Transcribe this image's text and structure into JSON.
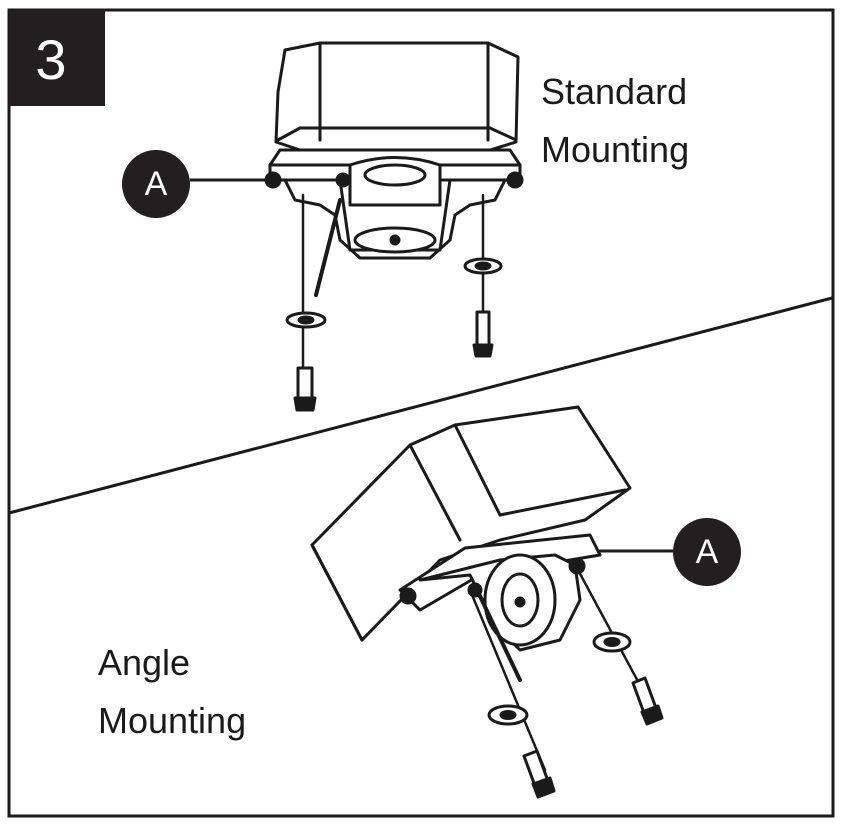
{
  "step": {
    "number": "3"
  },
  "standard_mounting": {
    "label_line1": "Standard",
    "label_line2": "Mounting"
  },
  "angle_mounting": {
    "label_line1": "Angle",
    "label_line2": "Mounting"
  },
  "callouts": {
    "top_letter": "A",
    "bottom_letter": "A"
  },
  "colors": {
    "ink": "#1a1a1a",
    "paper": "#ffffff",
    "callout_fill": "#231f20"
  }
}
